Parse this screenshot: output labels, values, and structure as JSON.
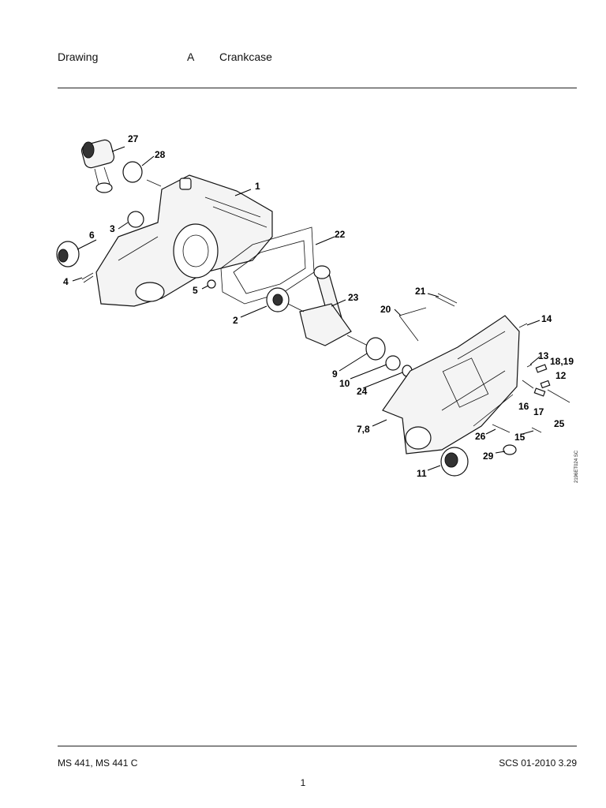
{
  "header": {
    "drawing_label": "Drawing",
    "drawing_letter": "A",
    "title": "Crankcase"
  },
  "footer": {
    "model": "MS 441, MS 441 C",
    "code": "SCS 01-2010 3.29",
    "page": "1"
  },
  "diagram": {
    "side_code": "2196ET024 SC",
    "callouts": {
      "c1": "1",
      "c2": "2",
      "c3": "3",
      "c4": "4",
      "c5": "5",
      "c6": "6",
      "c78": "7,8",
      "c9": "9",
      "c10": "10",
      "c11": "11",
      "c12": "12",
      "c13": "13",
      "c14": "14",
      "c15": "15",
      "c16": "16",
      "c17": "17",
      "c1819": "18,19",
      "c20": "20",
      "c21": "21",
      "c22": "22",
      "c23": "23",
      "c24": "24",
      "c25": "25",
      "c26": "26",
      "c27": "27",
      "c28": "28",
      "c29": "29"
    }
  }
}
